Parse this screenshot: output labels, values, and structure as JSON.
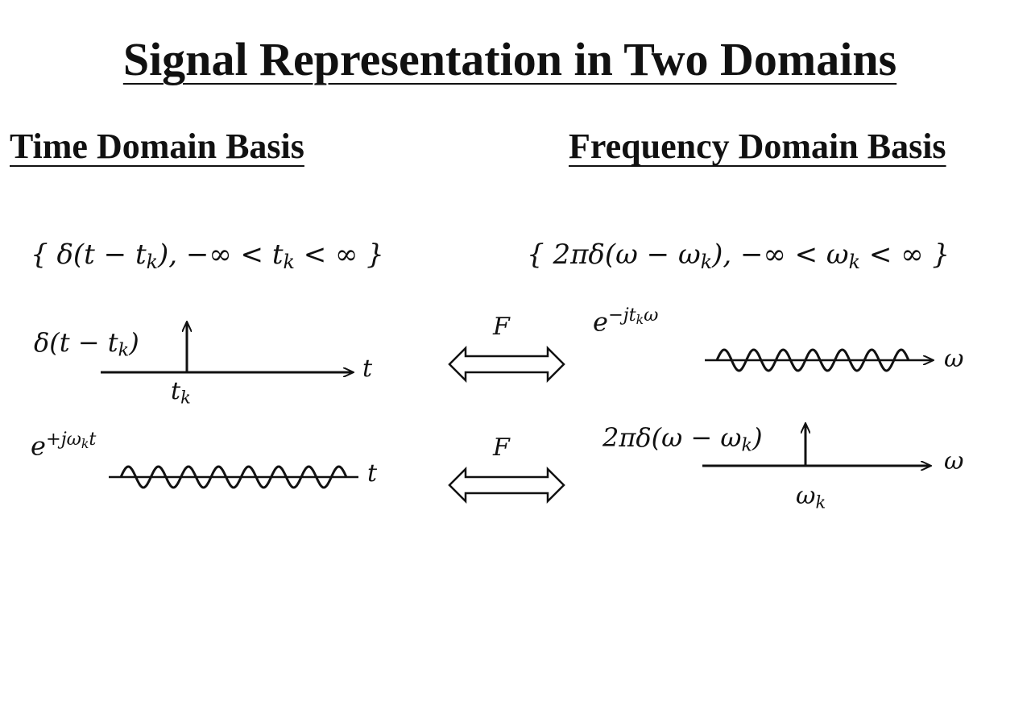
{
  "title": "Signal Representation in Two Domains",
  "time_domain": {
    "heading": "Time Domain Basis",
    "basis_set": {
      "open": "{ δ(t − t",
      "sub1": "k",
      "mid": "), −∞ < t",
      "sub2": "k",
      "close": " < ∞ }"
    },
    "impulse": {
      "label_main": "δ(t − t",
      "label_sub": "k",
      "label_close": ")",
      "axis_label": "t",
      "position_label_main": "t",
      "position_label_sub": "k"
    },
    "exponential": {
      "base": "e",
      "exponent_main": "+jω",
      "exponent_sub": "k",
      "exponent_tail": "t",
      "axis_label": "t"
    }
  },
  "frequency_domain": {
    "heading": "Frequency Domain Basis",
    "basis_set": {
      "open": "{ 2πδ(ω − ω",
      "sub1": "k",
      "mid": "), −∞ < ω",
      "sub2": "k",
      "close": " < ∞ }"
    },
    "exponential": {
      "base": "e",
      "exponent_main": "−jt",
      "exponent_sub": "k",
      "exponent_tail": "ω",
      "axis_label": "ω"
    },
    "impulse": {
      "label_main": "2πδ(ω − ω",
      "label_sub": "k",
      "label_close": ")",
      "axis_label": "ω",
      "position_label_main": "ω",
      "position_label_sub": "k"
    }
  },
  "transforms": [
    {
      "label": "F"
    },
    {
      "label": "F"
    }
  ]
}
